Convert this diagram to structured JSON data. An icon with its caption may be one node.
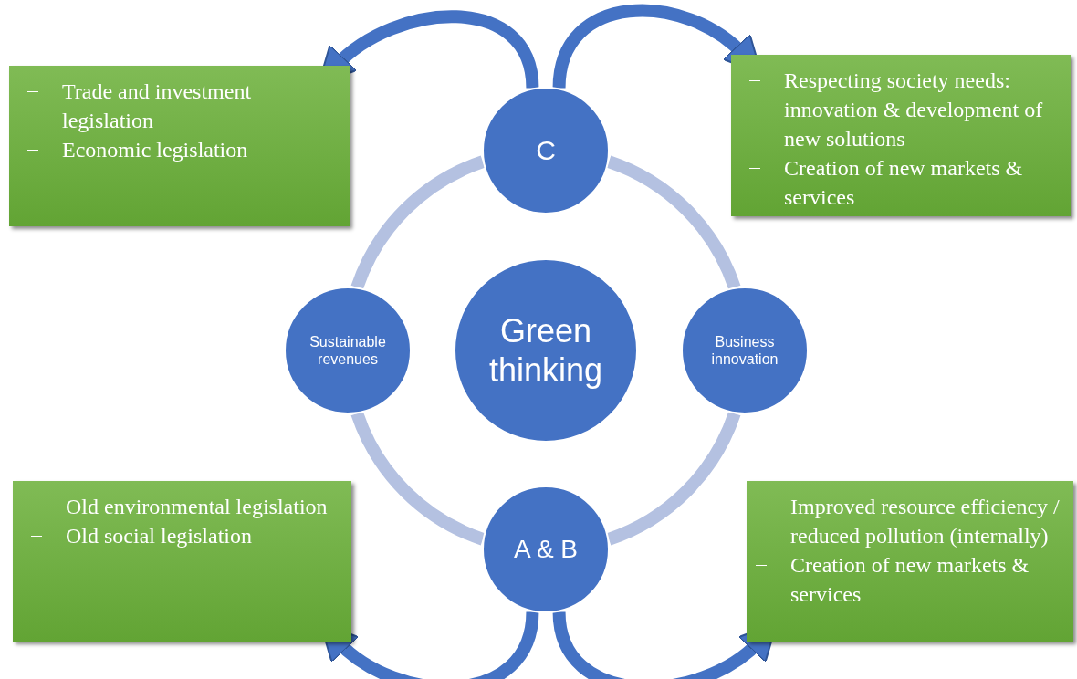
{
  "diagram": {
    "nodes": [
      {
        "text": [
          "Green thinking"
        ]
      },
      {
        "text": [
          "C"
        ]
      },
      {
        "text": [
          "Sustainable revenues"
        ]
      },
      {
        "text": [
          "Business innovation"
        ]
      },
      {
        "text": [
          "A & B"
        ]
      },
      {
        "text": [
          "Trade and investment legislation",
          "Economic legislation"
        ]
      },
      {
        "text": [
          "Respecting society needs: innovation & development of new solutions",
          "Creation of new markets & services"
        ]
      },
      {
        "text": [
          "Old environmental legislation",
          "Old social legislation"
        ]
      },
      {
        "text": [
          "Improved resource efficiency / reduced pollution (internally)",
          "Creation of new markets & services"
        ]
      }
    ],
    "edges": [
      {
        "from": 1,
        "to": 3,
        "arrow": "none",
        "color": "#b4c1e1"
      },
      {
        "from": 3,
        "to": 4,
        "arrow": "none",
        "color": "#b4c1e1"
      },
      {
        "from": 4,
        "to": 2,
        "arrow": "none",
        "color": "#b4c1e1"
      },
      {
        "from": 2,
        "to": 1,
        "arrow": "none",
        "color": "#b4c1e1"
      },
      {
        "from": 1,
        "to": 5,
        "arrow": "to",
        "color": "#4472c4"
      },
      {
        "from": 1,
        "to": 6,
        "arrow": "to",
        "color": "#4472c4"
      },
      {
        "from": 4,
        "to": 7,
        "arrow": "to",
        "color": "#4472c4"
      },
      {
        "from": 4,
        "to": 8,
        "arrow": "to",
        "color": "#4472c4"
      }
    ]
  }
}
